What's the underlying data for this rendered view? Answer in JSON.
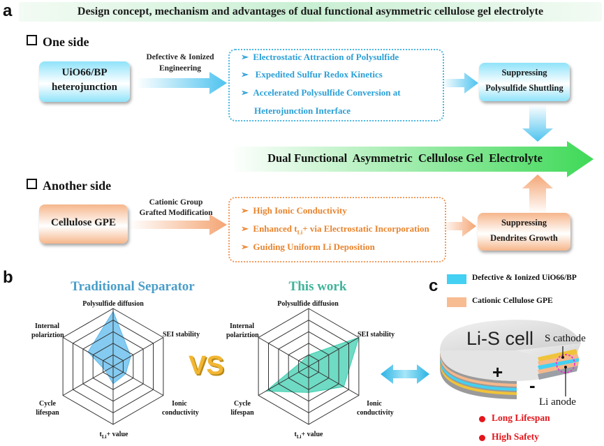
{
  "title": "Design concept, mechanism and advantages of dual functional asymmetric cellulose gel electrolyte",
  "panel_a": "a",
  "panel_b": "b",
  "panel_c": "c",
  "one_side": {
    "header": "One side",
    "source_line1": "UiO66/BP",
    "source_line2": "heterojunction",
    "arrow_line1": "Defective & Ionized",
    "arrow_line2": "Engineering",
    "items": [
      "Electrostatic Attraction of Polysulfide",
      "Expedited Sulfur Redox Kinetics",
      "Accelerated Polysulfide Conversion at",
      "Heterojunction Interface"
    ],
    "result_line1": "Suppressing",
    "result_line2": "Polysulfide Shuttling"
  },
  "center_banner": "Dual Functional  Asymmetric  Cellulose Gel  Electrolyte",
  "another_side": {
    "header": "Another side",
    "source": "Cellulose GPE",
    "arrow_line1": "Cationic Group",
    "arrow_line2": "Grafted Modification",
    "item1": "High Ionic Conductivity",
    "item2_pre": "Enhanced t",
    "item2_sub": "Li",
    "item2_post": "+ via Electrostatic Incorporation",
    "item3": "Guiding Uniform Li Deposition",
    "result_line1": "Suppressing",
    "result_line2": "Dendrites Growth"
  },
  "radar": {
    "left_title": "Traditional Separator",
    "right_title": "This work",
    "vs": "VS",
    "axes": {
      "top": "Polysulfide diffusion",
      "upper_right": "SEI stability",
      "lower_right_line1": "Ionic",
      "lower_right_line2": "conductivity",
      "bottom_pre": "t",
      "bottom_sub": "Li",
      "bottom_post": "+ value",
      "lower_left_line1": "Cycle",
      "lower_left_line2": "lifespan",
      "upper_left_line1": "Internal",
      "upper_left_line2": "polariztion"
    },
    "rings": 5,
    "left_values": [
      0.95,
      0.35,
      0.25,
      0.3,
      0.15,
      0.5
    ],
    "right_values": [
      0.2,
      1.0,
      0.7,
      0.45,
      0.85,
      0.15
    ],
    "left_color": "#5cb9ec",
    "right_color": "#3fcfb0"
  },
  "cell": {
    "legend1": "Defective & Ionized UiO66/BP",
    "legend1_color": "#43d0f2",
    "legend2": "Cationic Cellulose GPE",
    "legend2_color": "#f8bc93",
    "label": "Li-S cell",
    "plus": "+",
    "minus": "-",
    "s_cathode": "S cathode",
    "li_anode": "Li anode",
    "benefit1": "Long Lifespan",
    "benefit2": "High Safety",
    "benefit_color": "#e3161c"
  },
  "colors": {
    "title_arrow": "#3ed957",
    "blue_arrow": "#4ec3ef",
    "orange_arrow": "#f4a574",
    "blue_text": "#2a9fd6",
    "orange_text": "#e9842e",
    "left_title": "#4a9ec9",
    "right_title": "#3fb39a",
    "vs": "#f2b632"
  }
}
